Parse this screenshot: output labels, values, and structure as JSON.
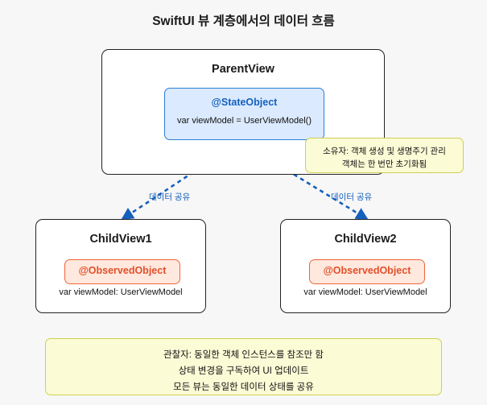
{
  "title": "SwiftUI 뷰 계층에서의 데이터 흐름",
  "colors": {
    "background": "#f7f7f7",
    "node_border": "#222222",
    "state_fill": "#dbeafe",
    "state_border": "#2b7fd6",
    "state_text": "#1560bd",
    "observed_fill": "#ffe8dd",
    "observed_border": "#f2663c",
    "observed_text": "#e2502a",
    "note_fill": "#fbfbd6",
    "note_border": "#cfcf55",
    "arrow": "#1560bd"
  },
  "parent": {
    "title": "ParentView",
    "state_object": {
      "badge": "@StateObject",
      "declaration": "var viewModel = UserViewModel()"
    }
  },
  "children": [
    {
      "title": "ChildView1",
      "badge": "@ObservedObject",
      "declaration": "var viewModel: UserViewModel"
    },
    {
      "title": "ChildView2",
      "badge": "@ObservedObject",
      "declaration": "var viewModel: UserViewModel"
    }
  ],
  "edges": [
    {
      "label": "데이터 공유"
    },
    {
      "label": "데이터 공유"
    }
  ],
  "owner_note": {
    "line1": "소유자: 객체 생성 및 생명주기 관리",
    "line2": "객체는 한 번만 초기화됨"
  },
  "summary_note": {
    "line1": "관찰자: 동일한 객체 인스턴스를 참조만 함",
    "line2": "상태 변경을 구독하여 UI 업데이트",
    "line3": "모든 뷰는 동일한 데이터 상태를 공유"
  }
}
